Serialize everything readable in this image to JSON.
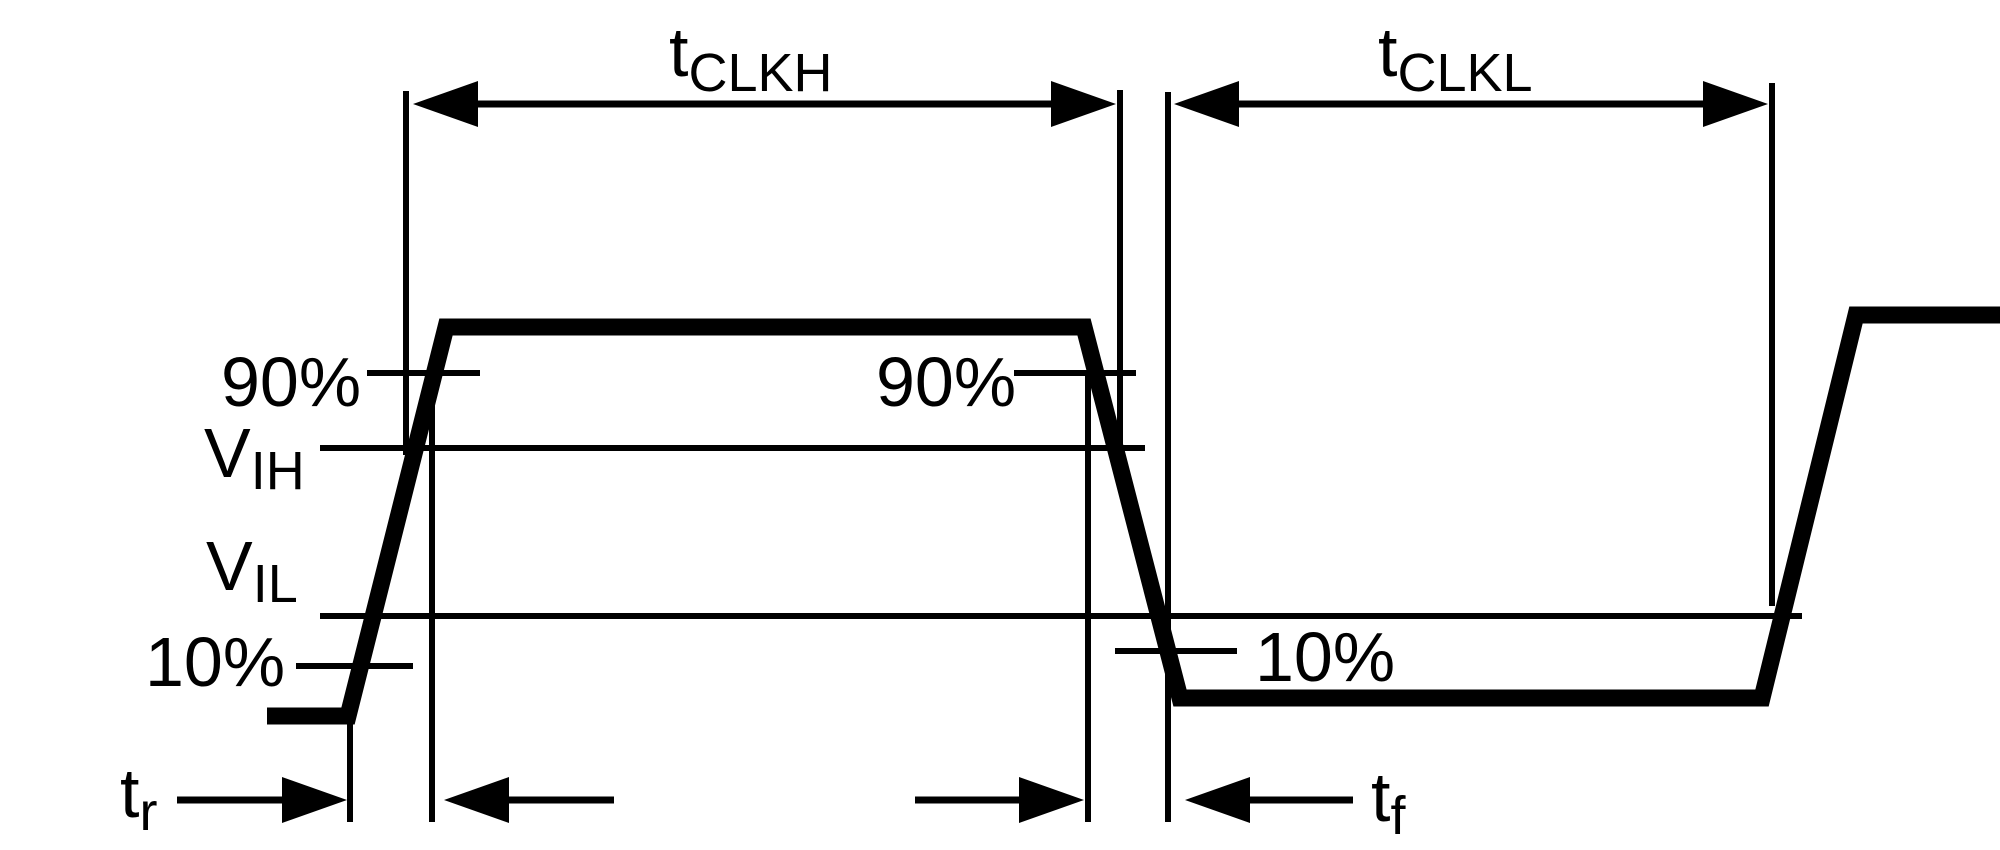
{
  "diagram": {
    "kind": "clock-input-timing-waveform",
    "colors": {
      "ink": "#000000",
      "background": "#ffffff"
    },
    "labels": {
      "t_clkh": {
        "base": "t",
        "sub": "CLKH"
      },
      "t_clkl": {
        "base": "t",
        "sub": "CLKL"
      },
      "pct90_left": "90%",
      "pct90_right": "90%",
      "v_ih": {
        "base": "V",
        "sub": "IH"
      },
      "v_il": {
        "base": "V",
        "sub": "IL"
      },
      "pct10_left": "10%",
      "pct10_right": "10%",
      "t_rise": {
        "base": "t",
        "sub": "r"
      },
      "t_fall": {
        "base": "t",
        "sub": "f"
      }
    }
  }
}
